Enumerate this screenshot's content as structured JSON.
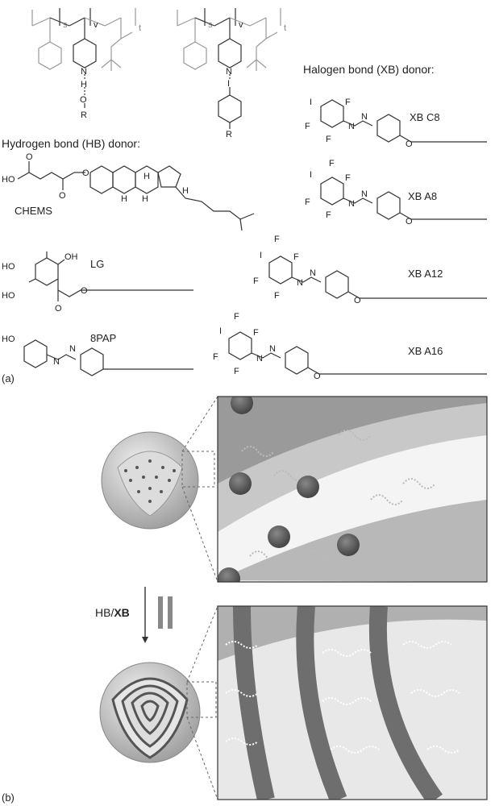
{
  "figure": {
    "panel_a_label": "(a)",
    "panel_b_label": "(b)"
  },
  "panel_a": {
    "hb_header": "Hydrogen bond (HB) donor:",
    "xb_header": "Halogen bond (XB) donor:",
    "polymer_subscripts": [
      "s",
      "v",
      "t"
    ],
    "hb_complex_atoms": [
      "N",
      "H",
      "O",
      "R"
    ],
    "xb_complex_atoms": [
      "N",
      "I",
      "R"
    ],
    "hb_donors": [
      {
        "name": "CHEMS",
        "atoms": [
          "HO",
          "O",
          "O",
          "O",
          "H",
          "H",
          "H",
          "H"
        ]
      },
      {
        "name": "LG",
        "atoms": [
          "OH",
          "HO",
          "HO",
          "O",
          "O"
        ]
      },
      {
        "name": "8PAP",
        "atoms": [
          "HO",
          "N",
          "N"
        ]
      }
    ],
    "xb_donors": [
      {
        "name": "XB C8",
        "atoms": [
          "I",
          "F",
          "F",
          "F",
          "N",
          "N",
          "O"
        ]
      },
      {
        "name": "XB A8",
        "atoms": [
          "I",
          "F",
          "F",
          "F",
          "F",
          "N",
          "N",
          "O"
        ]
      },
      {
        "name": "XB A12",
        "atoms": [
          "I",
          "F",
          "F",
          "F",
          "F",
          "N",
          "N",
          "O"
        ]
      },
      {
        "name": "XB A16",
        "atoms": [
          "I",
          "F",
          "F",
          "F",
          "F",
          "N",
          "N",
          "O"
        ]
      }
    ]
  },
  "panel_b": {
    "arrow_label_hb": "HB",
    "arrow_label_sep": "/",
    "arrow_label_xb": "XB"
  },
  "colors": {
    "ink": "#333333",
    "polymer_gray": "#999999",
    "particle_gray": "#cccccc",
    "band_dark": "#6e6e6e"
  }
}
